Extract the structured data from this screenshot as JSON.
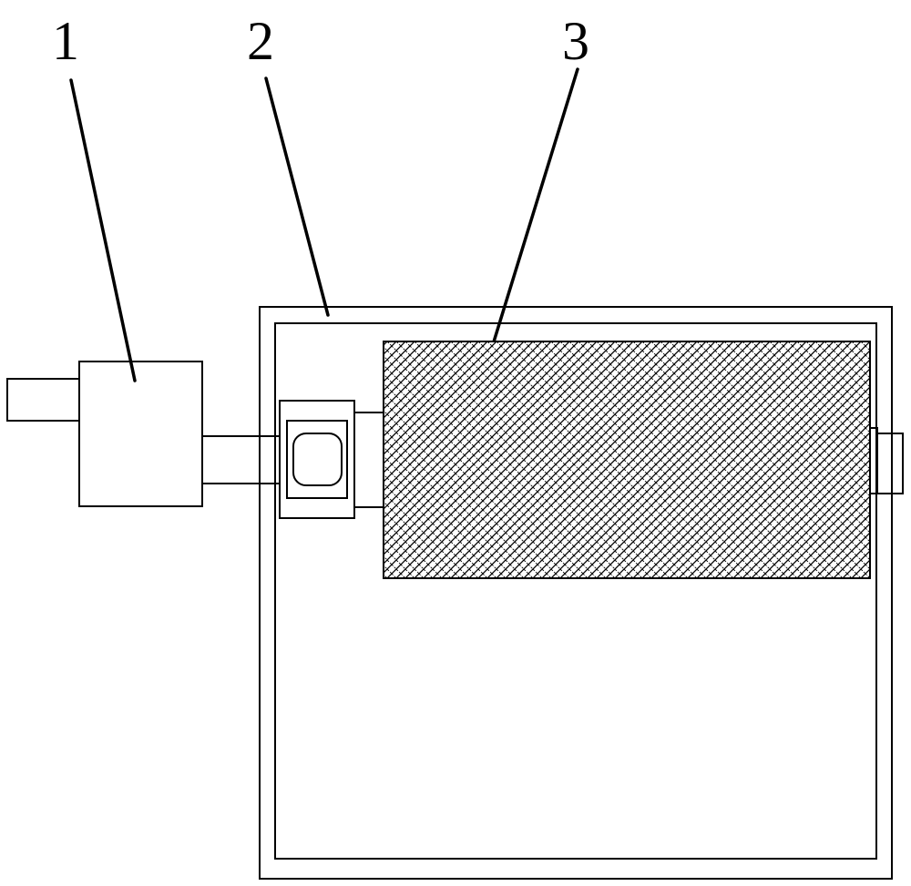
{
  "callouts": [
    {
      "id": "1",
      "label": "1"
    },
    {
      "id": "2",
      "label": "2"
    },
    {
      "id": "3",
      "label": "3"
    }
  ],
  "colors": {
    "stroke": "#000000",
    "background": "#ffffff"
  }
}
